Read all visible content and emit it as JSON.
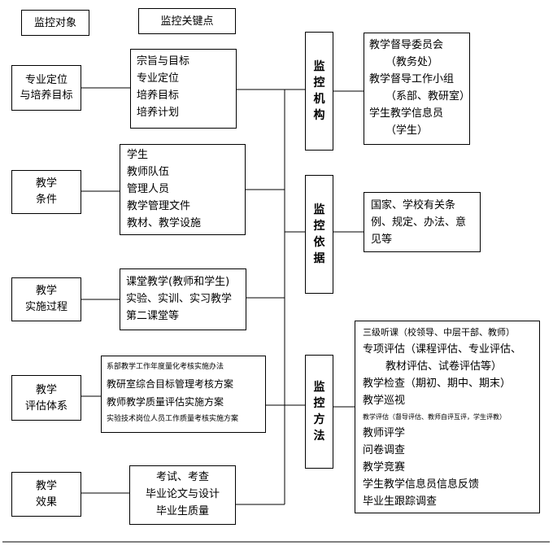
{
  "header": {
    "object_label": "监控对象",
    "keypoint_label": "监控关键点"
  },
  "objects": [
    {
      "lines": [
        "专业定位",
        "与培养目标"
      ]
    },
    {
      "lines": [
        "教学",
        "条件"
      ]
    },
    {
      "lines": [
        "教学",
        "实施过程"
      ]
    },
    {
      "lines": [
        "教学",
        "评估体系"
      ]
    },
    {
      "lines": [
        "教学",
        "效果"
      ]
    }
  ],
  "keypoints": [
    {
      "lines": [
        "宗旨与目标",
        "专业定位",
        "培养目标",
        "培养计划"
      ]
    },
    {
      "lines": [
        "学生",
        "教师队伍",
        "管理人员",
        "教学管理文件",
        "教材、教学设施"
      ]
    },
    {
      "lines": [
        "课堂教学(教师和学生)",
        "实验、实训、实习教学",
        "第二课堂等"
      ]
    },
    {
      "lines": [
        "系部教学工作年度量化考核实施办法",
        "教研室综合目标管理考核方案",
        "教师教学质量评估实施方案",
        "实验技术岗位人员工作质量考核实施方案"
      ]
    },
    {
      "lines": [
        "考试、考查",
        "毕业论文与设计",
        "毕业生质量"
      ]
    }
  ],
  "monitor": {
    "org": {
      "chars": [
        "监",
        "控",
        "机",
        "构"
      ]
    },
    "basis": {
      "chars": [
        "监",
        "控",
        "依",
        "据"
      ]
    },
    "method": {
      "chars": [
        "监",
        "控",
        "方",
        "法"
      ]
    }
  },
  "details": {
    "org_lines": [
      "教学督导委员会",
      "（教务处）",
      "教学督导工作小组",
      "（系部、教研室）",
      "学生教学信息员",
      "（学生）"
    ],
    "basis_lines": [
      "国家、学校有关条",
      "例、规定、办法、意",
      "见等"
    ],
    "method_lines": [
      "三级听课（校领导、中层干部、教师）",
      "专项评估（课程评估、专业评估、",
      "教材评估、试卷评估等）",
      "教学检查（期初、期中、期末）",
      "教学巡视",
      "教学评估（督导评估、教师自评互评，学生评教）",
      "教师评学",
      "问卷调查",
      "教学竞赛",
      "学生教学信息员信息反馈",
      "毕业生跟踪调查"
    ]
  }
}
